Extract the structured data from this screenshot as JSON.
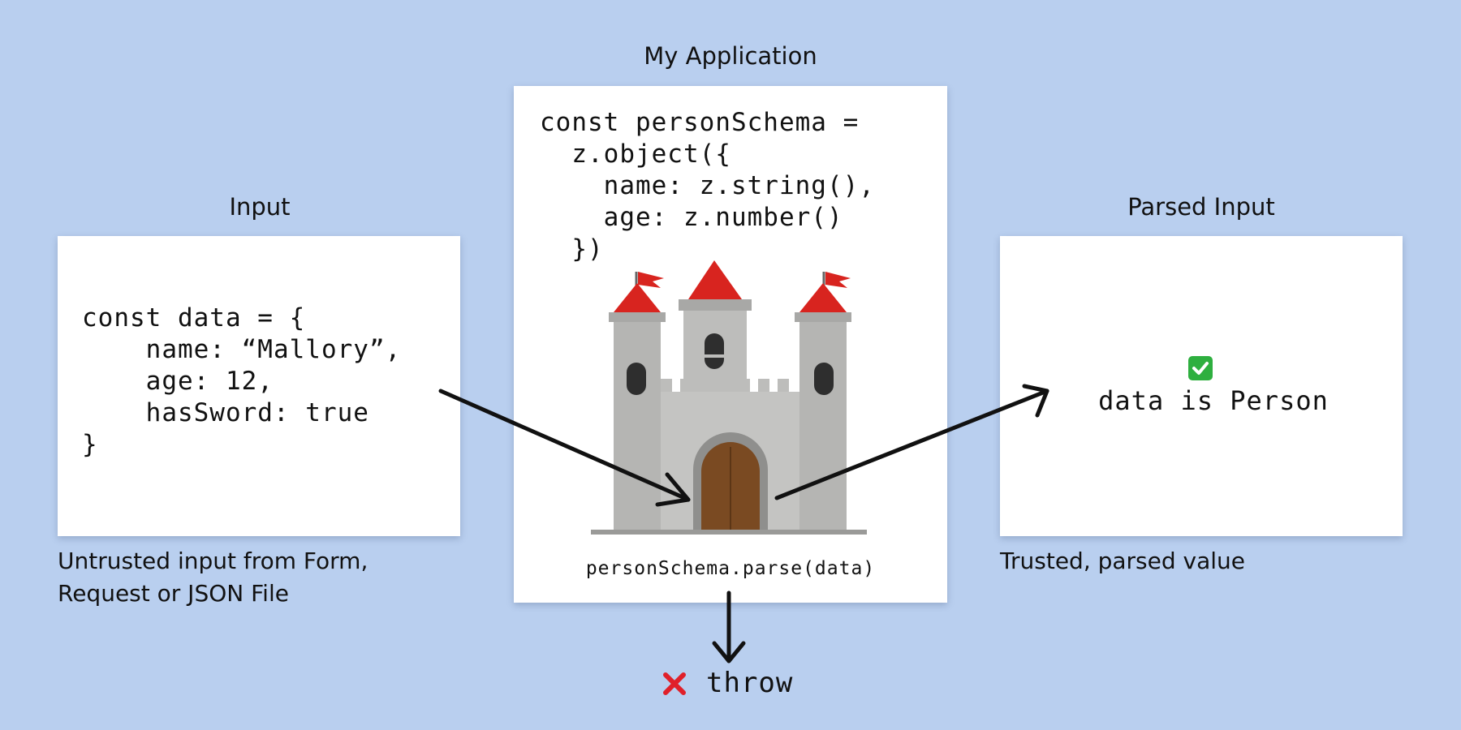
{
  "input": {
    "title": "Input",
    "code": "const data = {\n    name: “Mallory”,\n    age: 12,\n    hasSword: true\n}",
    "caption_line1": "Untrusted input from Form,",
    "caption_line2": "Request or JSON File"
  },
  "app": {
    "title": "My Application",
    "schema_code": "const personSchema =\n  z.object({\n    name: z.string(),\n    age: z.number()\n  })",
    "castle_icon": "castle-icon",
    "parse_call": "personSchema.parse(data)"
  },
  "output": {
    "title": "Parsed Input",
    "check_icon": "check-mark-button-icon",
    "result": "data is Person",
    "caption": "Trusted, parsed value"
  },
  "error": {
    "icon": "cross-mark-icon",
    "label": "throw"
  },
  "colors": {
    "background": "#b9cfef",
    "panel": "#ffffff",
    "castle_roof": "#d8241f",
    "castle_stone": "#bdbdbb",
    "door": "#7a4a22",
    "check": "#2eaf3f",
    "cross": "#e0202a"
  }
}
